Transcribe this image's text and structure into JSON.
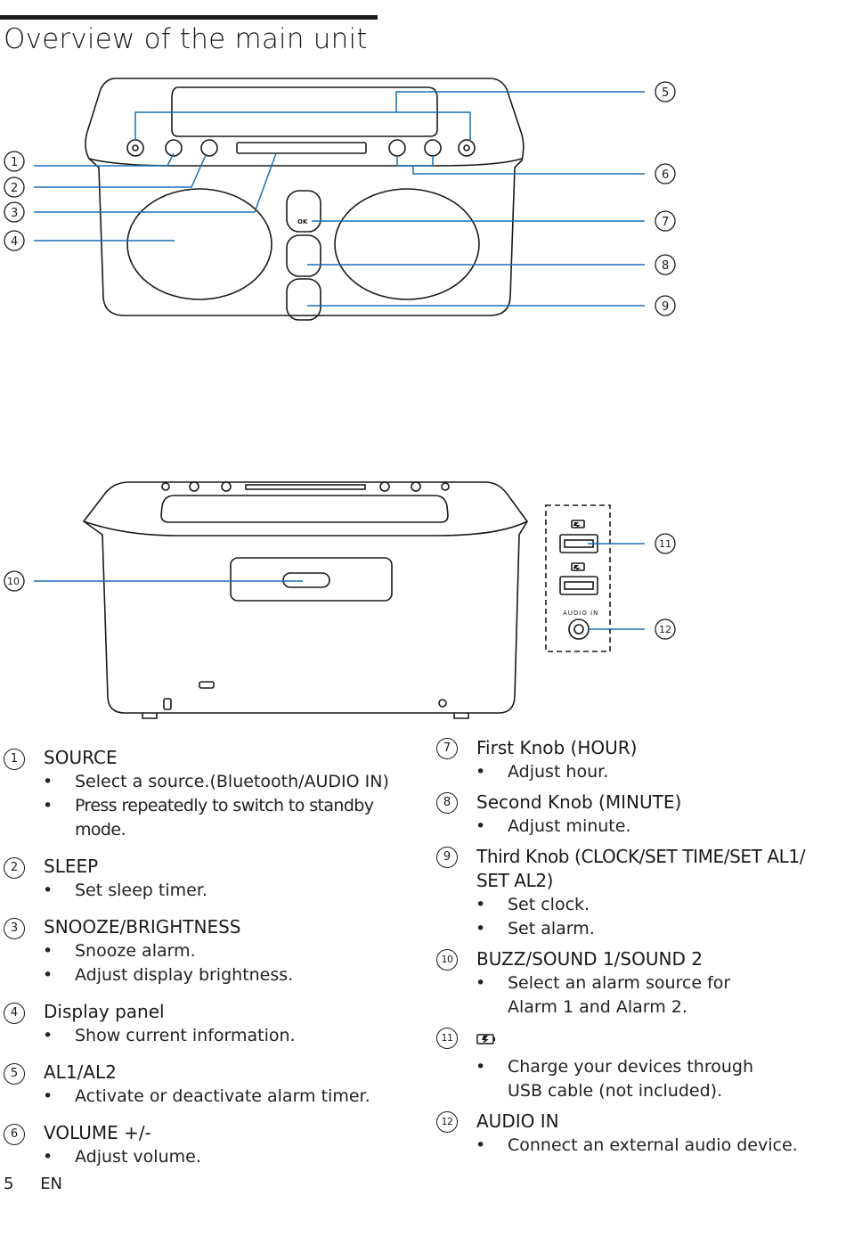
{
  "page": {
    "title": "Overview of the main unit",
    "page_number": "5",
    "language": "EN"
  },
  "diagram": {
    "callouts": [
      "1",
      "2",
      "3",
      "4",
      "5",
      "6",
      "7",
      "8",
      "9",
      "10",
      "11",
      "12"
    ],
    "ok_label": "OK",
    "audio_in_label": "AUDIO IN"
  },
  "items_left": [
    {
      "num": "1",
      "name": "SOURCE",
      "bullets": [
        "Select a source.(Bluetooth/AUDIO IN)",
        "Press repeatedly to switch to standby mode."
      ]
    },
    {
      "num": "2",
      "name": "SLEEP",
      "bullets": [
        "Set sleep timer."
      ]
    },
    {
      "num": "3",
      "name": "SNOOZE/BRIGHTNESS",
      "bullets": [
        "Snooze alarm.",
        "Adjust display brightness."
      ]
    },
    {
      "num": "4",
      "name": "Display panel",
      "bullets": [
        "Show current information."
      ]
    },
    {
      "num": "5",
      "name": "AL1/AL2",
      "bullets": [
        "Activate or deactivate alarm timer."
      ]
    },
    {
      "num": "6",
      "name": "VOLUME +/-",
      "bullets": [
        "Adjust volume."
      ]
    }
  ],
  "items_right": [
    {
      "num": "7",
      "name": "First Knob (HOUR)",
      "bullets": [
        "Adjust hour."
      ]
    },
    {
      "num": "8",
      "name": "Second Knob (MINUTE)",
      "bullets": [
        "Adjust minute."
      ]
    },
    {
      "num": "9",
      "name": "Third Knob (CLOCK/SET TIME/SET AL1/ SET AL2)",
      "bullets": [
        "Set clock.",
        "Set alarm."
      ]
    },
    {
      "num": "10",
      "name": "BUZZ/SOUND 1/SOUND 2",
      "bullets": [
        "Select an alarm source for Alarm 1 and Alarm 2."
      ]
    },
    {
      "num": "11",
      "name": "",
      "icon": "battery-charge-icon",
      "bullets": [
        "Charge your devices through USB cable (not included)."
      ]
    },
    {
      "num": "12",
      "name": "AUDIO IN",
      "bullets": [
        "Connect an external audio device."
      ]
    }
  ]
}
